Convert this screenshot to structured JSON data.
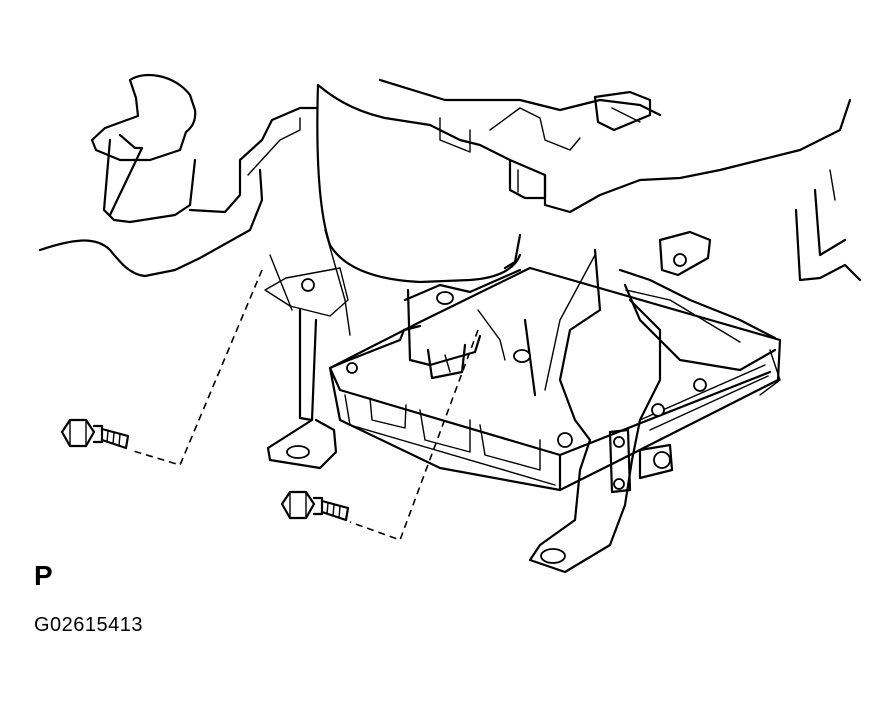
{
  "view_label": "P",
  "figure_code": "G02615413",
  "parts": {
    "bolt_count": 2,
    "fastener_icon": "hex-bolt-icon"
  }
}
